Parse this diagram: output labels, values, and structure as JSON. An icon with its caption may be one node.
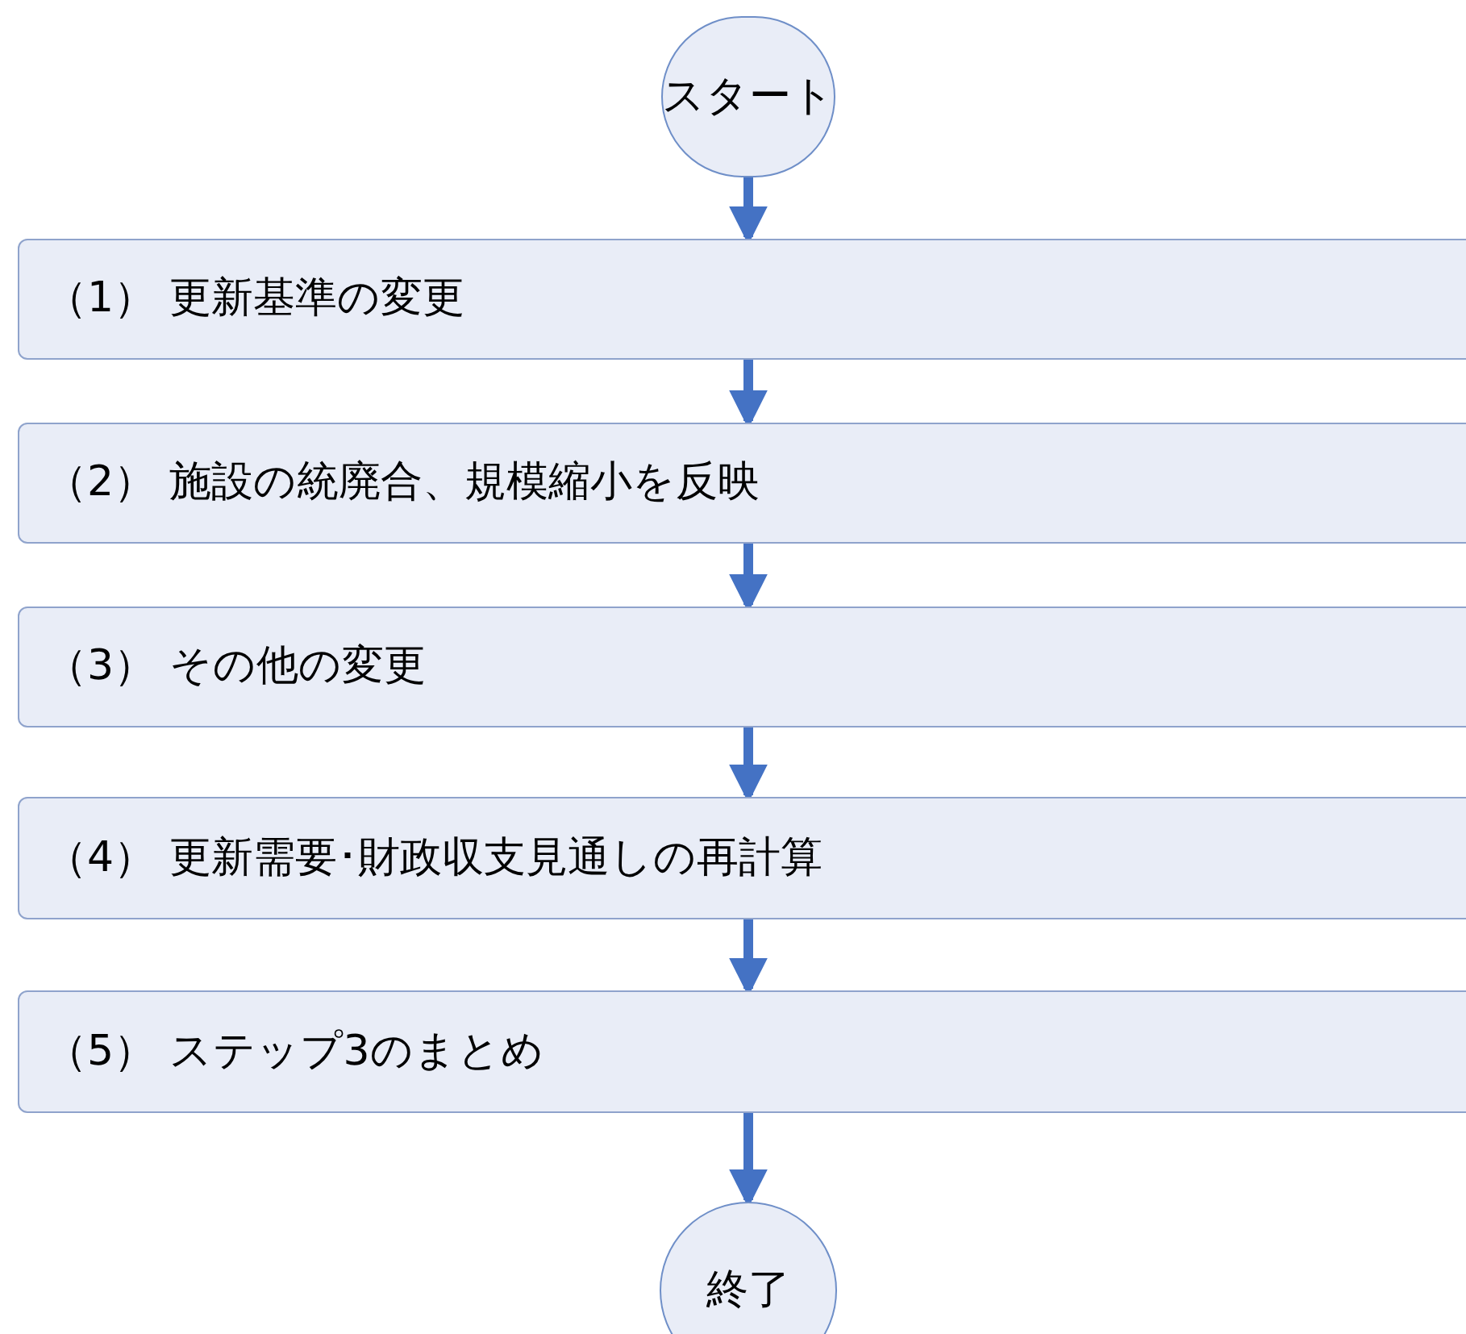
{
  "diagram": {
    "nodes": [
      {
        "text": [
          "スタート"
        ]
      },
      {
        "text": [
          "（1） 更新基準の変更"
        ]
      },
      {
        "text": [
          "（2） 施設の統廃合、規模縮小を反映"
        ]
      },
      {
        "text": [
          "（3） その他の変更"
        ]
      },
      {
        "text": [
          "（4） 更新需要･財政収支見通しの再計算"
        ]
      },
      {
        "text": [
          "（5） ステップ3のまとめ"
        ]
      },
      {
        "text": [
          "終了"
        ]
      }
    ],
    "edges": [
      {
        "from": 0,
        "to": 1,
        "arrow": "to"
      },
      {
        "from": 1,
        "to": 2,
        "arrow": "to"
      },
      {
        "from": 2,
        "to": 3,
        "arrow": "to"
      },
      {
        "from": 3,
        "to": 4,
        "arrow": "to"
      },
      {
        "from": 4,
        "to": 5,
        "arrow": "to"
      },
      {
        "from": 5,
        "to": 6,
        "arrow": "to"
      }
    ]
  }
}
